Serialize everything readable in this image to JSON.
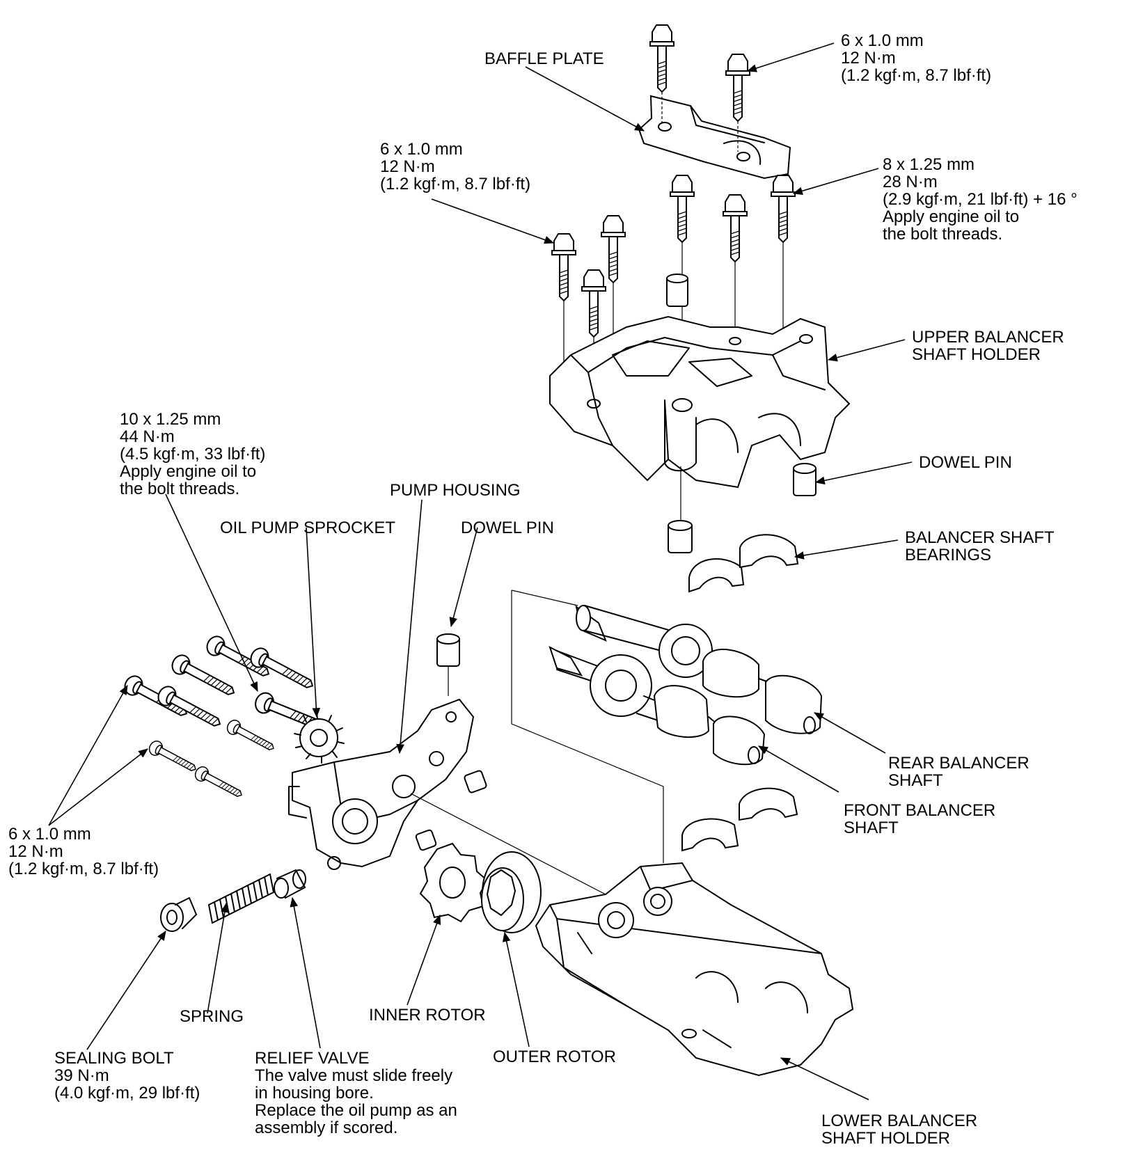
{
  "labels": {
    "baffle_plate": [
      "BAFFLE PLATE"
    ],
    "torque_top_right": [
      "6 x 1.0 mm",
      "12 N·m",
      "(1.2 kgf·m, 8.7 lbf·ft)"
    ],
    "torque_upper_left": [
      "6 x 1.0 mm",
      "12 N·m",
      "(1.2 kgf·m, 8.7 lbf·ft)"
    ],
    "torque_8mm": [
      "8 x 1.25 mm",
      "28 N·m",
      "(2.9 kgf·m, 21 lbf·ft) + 16 °",
      "Apply engine oil to",
      "the bolt threads."
    ],
    "upper_balancer_shaft_holder": [
      "UPPER BALANCER",
      "SHAFT HOLDER"
    ],
    "dowel_pin_right": [
      "DOWEL PIN"
    ],
    "torque_10mm": [
      "10 x 1.25 mm",
      "44 N·m",
      "(4.5 kgf·m, 33 lbf·ft)",
      "Apply engine oil to",
      "the bolt threads."
    ],
    "pump_housing": [
      "PUMP HOUSING"
    ],
    "oil_pump_sprocket": [
      "OIL PUMP SPROCKET"
    ],
    "dowel_pin_left": [
      "DOWEL PIN"
    ],
    "balancer_shaft_bearings": [
      "BALANCER SHAFT",
      "BEARINGS"
    ],
    "rear_balancer_shaft": [
      "REAR BALANCER",
      "SHAFT"
    ],
    "front_balancer_shaft": [
      "FRONT BALANCER",
      "SHAFT"
    ],
    "torque_lower_left": [
      "6 x 1.0 mm",
      "12 N·m",
      "(1.2 kgf·m, 8.7 lbf·ft)"
    ],
    "spring": [
      "SPRING"
    ],
    "inner_rotor": [
      "INNER ROTOR"
    ],
    "outer_rotor": [
      "OUTER ROTOR"
    ],
    "sealing_bolt": [
      "SEALING BOLT",
      "39 N·m",
      "(4.0 kgf·m, 29 lbf·ft)"
    ],
    "relief_valve": [
      "RELIEF VALVE",
      "The valve must slide freely",
      "in housing bore.",
      "Replace the oil pump as an",
      "assembly if scored."
    ],
    "lower_balancer_shaft_holder": [
      "LOWER BALANCER",
      "SHAFT HOLDER"
    ]
  }
}
